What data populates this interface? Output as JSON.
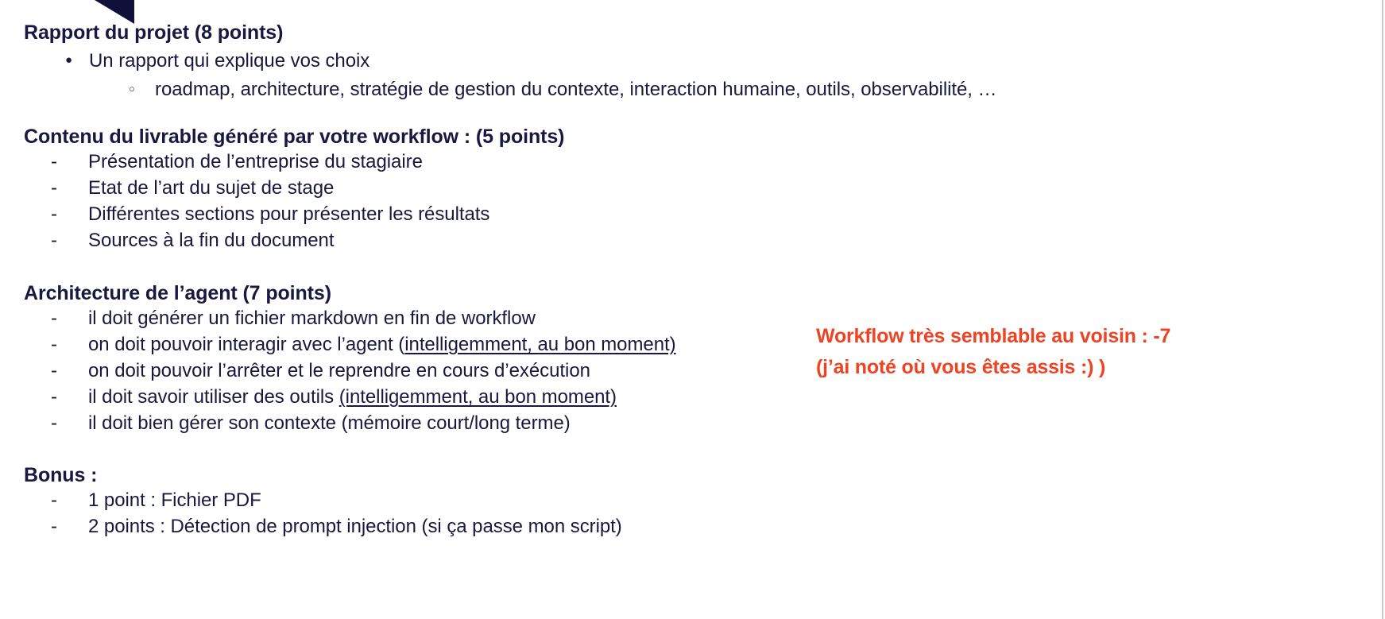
{
  "theme": {
    "background": "#ffffff",
    "text_color": "#181840",
    "accent_color": "#ee4423",
    "edge_rule_color": "#c9c9d4"
  },
  "decor": {
    "corner_triangle_name": "corner-triangle",
    "corner_triangle_color": "#10103a"
  },
  "sections": [
    {
      "heading": "Rapport du projet  (8 points)",
      "items": [
        {
          "marker": "●",
          "marker_style": "disc",
          "text": "Un rapport qui explique vos choix"
        },
        {
          "marker": "○",
          "marker_style": "circle",
          "text": "roadmap, architecture, stratégie de gestion du contexte, interaction humaine, outils, observabilité, …"
        }
      ]
    },
    {
      "heading": "Contenu du livrable généré par votre workflow : (5 points)",
      "items": [
        {
          "marker": "-",
          "marker_style": "dash",
          "text": "Présentation de l’entreprise du stagiaire"
        },
        {
          "marker": "-",
          "marker_style": "dash",
          "text": "Etat de l’art du sujet de stage"
        },
        {
          "marker": "-",
          "marker_style": "dash",
          "text": "Différentes sections pour présenter les résultats"
        },
        {
          "marker": "-",
          "marker_style": "dash",
          "text": "Sources à la fin du document"
        }
      ]
    },
    {
      "heading": "Architecture de l’agent (7 points)",
      "items": [
        {
          "marker": "-",
          "marker_style": "dash",
          "text": "il doit générer un fichier markdown en fin de workflow"
        },
        {
          "marker": "-",
          "marker_style": "dash",
          "text_before": "on doit pouvoir interagir avec l’agent (",
          "text_underlined": "intelligemment, au bon moment)",
          "text_after": ""
        },
        {
          "marker": "-",
          "marker_style": "dash",
          "text": "on doit pouvoir l’arrêter et le reprendre en cours d’exécution"
        },
        {
          "marker": "-",
          "marker_style": "dash",
          "text_before": "il doit savoir utiliser des outils ",
          "text_underlined": "(intelligemment, au bon moment)",
          "text_after": ""
        },
        {
          "marker": "-",
          "marker_style": "dash",
          "text": "il doit bien gérer son contexte (mémoire court/long terme)"
        }
      ]
    },
    {
      "heading": "Bonus :",
      "items": [
        {
          "marker": "-",
          "marker_style": "dash",
          "text": "1 point : Fichier PDF"
        },
        {
          "marker": "-",
          "marker_style": "dash",
          "text": "2 points : Détection de prompt injection (si ça passe mon script)"
        }
      ]
    }
  ],
  "annotation": {
    "line1": "Workflow très semblable au voisin : -7",
    "line2": "(j’ai noté où vous êtes assis :) )"
  }
}
